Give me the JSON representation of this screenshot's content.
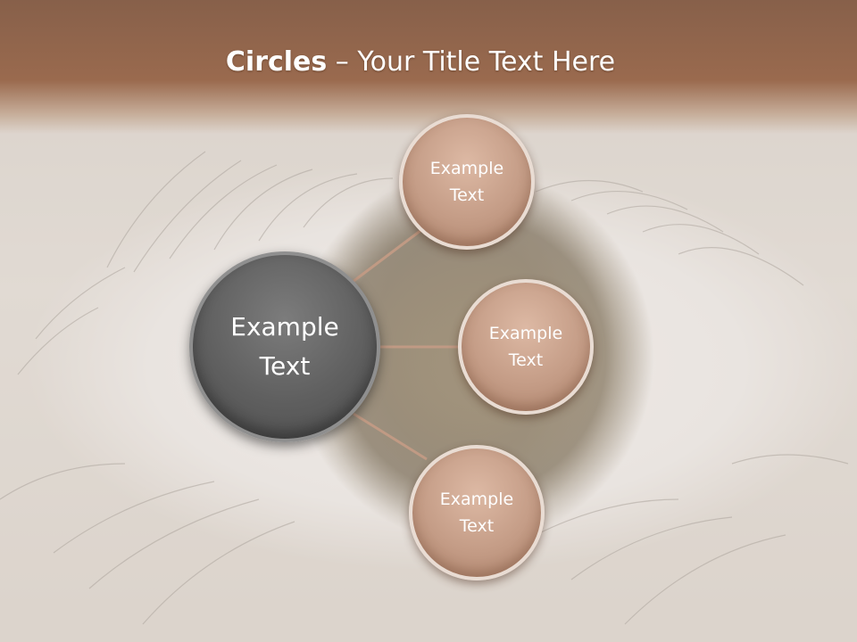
{
  "slide": {
    "title_bold": "Circles",
    "title_rest": " – Your Title Text Here"
  },
  "diagram": {
    "center": {
      "label": "Example\nText"
    },
    "nodes": [
      {
        "label": "Example\nText"
      },
      {
        "label": "Example\nText"
      },
      {
        "label": "Example\nText"
      }
    ]
  },
  "colors": {
    "title_bar": "#9a6a4e",
    "center_circle": "#5f5f5f",
    "node_circle": "#c49c86",
    "connector": "#c09a84"
  }
}
